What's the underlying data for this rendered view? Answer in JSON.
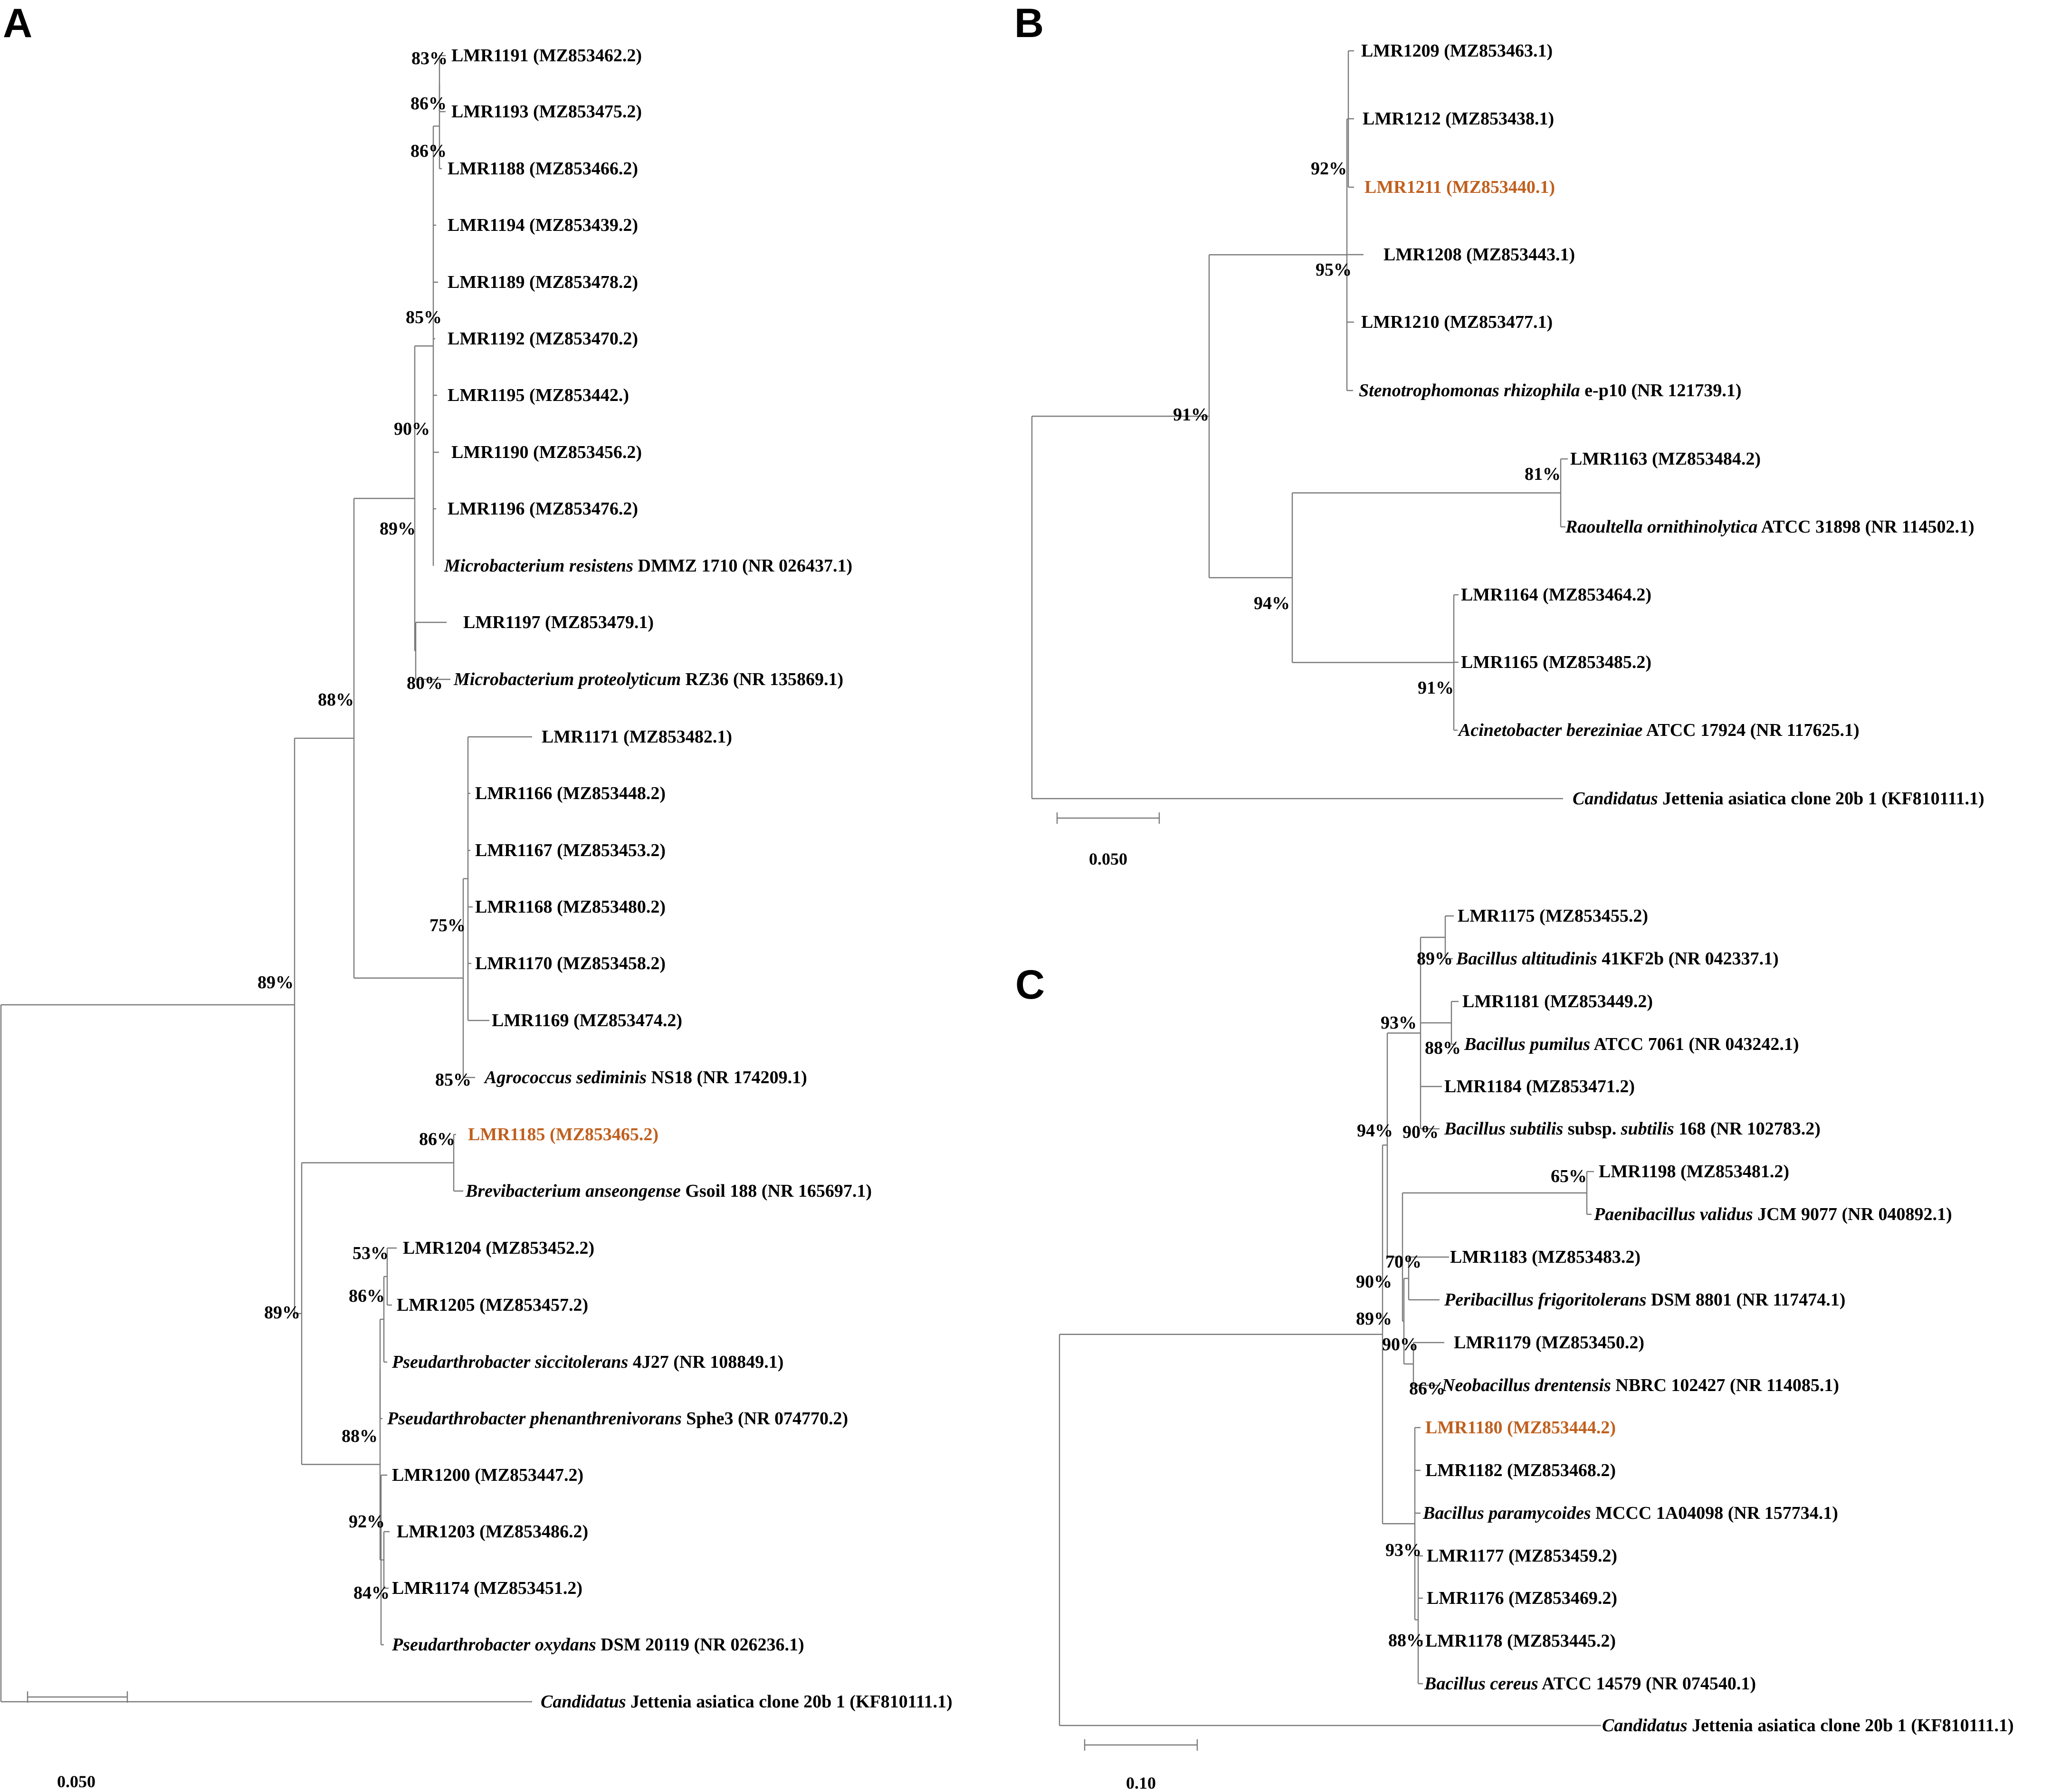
{
  "colors": {
    "highlight": "#c0601e",
    "text": "#000000",
    "branch": "#7a7a7a"
  },
  "panels": {
    "A": {
      "label": "A",
      "scale_label": "0.050",
      "tips": [
        [
          {
            "t": "LMR1191 (MZ853462.2)"
          }
        ],
        [
          {
            "t": "LMR1193 (MZ853475.2)"
          }
        ],
        [
          {
            "t": "LMR1188 (MZ853466.2)"
          }
        ],
        [
          {
            "t": "LMR1194 (MZ853439.2)"
          }
        ],
        [
          {
            "t": "LMR1189 (MZ853478.2)"
          }
        ],
        [
          {
            "t": "LMR1192 (MZ853470.2)"
          }
        ],
        [
          {
            "t": "LMR1195 (MZ853442.)"
          }
        ],
        [
          {
            "t": "LMR1190 (MZ853456.2)"
          }
        ],
        [
          {
            "t": "LMR1196 (MZ853476.2)"
          }
        ],
        [
          {
            "t": "Microbacterium resistens",
            "i": true
          },
          {
            "t": " DMMZ 1710 (NR 026437.1)"
          }
        ],
        [
          {
            "t": "LMR1197 (MZ853479.1)"
          }
        ],
        [
          {
            "t": "Microbacterium proteolyticum",
            "i": true
          },
          {
            "t": " RZ36 (NR 135869.1)"
          }
        ],
        [
          {
            "t": "LMR1171 (MZ853482.1)"
          }
        ],
        [
          {
            "t": "LMR1166 (MZ853448.2)"
          }
        ],
        [
          {
            "t": "LMR1167 (MZ853453.2)"
          }
        ],
        [
          {
            "t": "LMR1168 (MZ853480.2)"
          }
        ],
        [
          {
            "t": "LMR1170 (MZ853458.2)"
          }
        ],
        [
          {
            "t": "LMR1169 (MZ853474.2)"
          }
        ],
        [
          {
            "t": "Agrococcus sediminis",
            "i": true
          },
          {
            "t": " NS18 (NR 174209.1)"
          }
        ],
        [
          {
            "t": "LMR1185 (MZ853465.2)",
            "h": true
          }
        ],
        [
          {
            "t": "Brevibacterium anseongense",
            "i": true
          },
          {
            "t": " Gsoil 188 (NR 165697.1)"
          }
        ],
        [
          {
            "t": "LMR1204 (MZ853452.2)"
          }
        ],
        [
          {
            "t": "LMR1205 (MZ853457.2)"
          }
        ],
        [
          {
            "t": "Pseudarthrobacter siccitolerans",
            "i": true
          },
          {
            "t": " 4J27 (NR 108849.1)"
          }
        ],
        [
          {
            "t": "Pseudarthrobacter phenanthrenivorans",
            "i": true
          },
          {
            "t": " Sphe3 (NR 074770.2)"
          }
        ],
        [
          {
            "t": "LMR1200 (MZ853447.2)"
          }
        ],
        [
          {
            "t": "LMR1203 (MZ853486.2)"
          }
        ],
        [
          {
            "t": "LMR1174 (MZ853451.2)"
          }
        ],
        [
          {
            "t": "Pseudarthrobacter oxydans",
            "i": true
          },
          {
            "t": " DSM 20119 (NR 026236.1)"
          }
        ],
        [
          {
            "t": "Candidatus",
            "i": true
          },
          {
            "t": " Jettenia asiatica clone 20b 1 (KF810111.1)"
          }
        ]
      ],
      "bootstraps": [
        "83%",
        "86%",
        "86%",
        "85%",
        "90%",
        "89%",
        "80%",
        "88%",
        "75%",
        "85%",
        "89%",
        "86%",
        "53%",
        "86%",
        "89%",
        "88%",
        "92%",
        "84%"
      ]
    },
    "B": {
      "label": "B",
      "scale_label": "0.050",
      "tips": [
        [
          {
            "t": "LMR1209 (MZ853463.1)"
          }
        ],
        [
          {
            "t": "LMR1212 (MZ853438.1)"
          }
        ],
        [
          {
            "t": "LMR1211 (MZ853440.1)",
            "h": true
          }
        ],
        [
          {
            "t": "LMR1208 (MZ853443.1)"
          }
        ],
        [
          {
            "t": "LMR1210 (MZ853477.1)"
          }
        ],
        [
          {
            "t": "Stenotrophomonas rhizophila",
            "i": true
          },
          {
            "t": " e-p10 (NR 121739.1)"
          }
        ],
        [
          {
            "t": "LMR1163 (MZ853484.2)"
          }
        ],
        [
          {
            "t": "Raoultella ornithinolytica",
            "i": true
          },
          {
            "t": " ATCC 31898 (NR 114502.1)"
          }
        ],
        [
          {
            "t": "LMR1164 (MZ853464.2)"
          }
        ],
        [
          {
            "t": "LMR1165 (MZ853485.2)"
          }
        ],
        [
          {
            "t": "Acinetobacter bereziniae",
            "i": true
          },
          {
            "t": " ATCC 17924 (NR 117625.1)"
          }
        ],
        [
          {
            "t": "Candidatus",
            "i": true
          },
          {
            "t": " Jettenia asiatica clone 20b 1 (KF810111.1)"
          }
        ]
      ],
      "bootstraps": [
        "92%",
        "95%",
        "91%",
        "81%",
        "94%",
        "91%"
      ]
    },
    "C": {
      "label": "C",
      "scale_label": "0.10",
      "tips": [
        [
          {
            "t": "LMR1175 (MZ853455.2)"
          }
        ],
        [
          {
            "t": "Bacillus altitudinis",
            "i": true
          },
          {
            "t": " 41KF2b (NR 042337.1)"
          }
        ],
        [
          {
            "t": "LMR1181 (MZ853449.2)"
          }
        ],
        [
          {
            "t": "Bacillus pumilus",
            "i": true
          },
          {
            "t": " ATCC 7061 (NR 043242.1)"
          }
        ],
        [
          {
            "t": "LMR1184 (MZ853471.2)"
          }
        ],
        [
          {
            "t": "Bacillus subtilis",
            "i": true
          },
          {
            "t": " subsp. "
          },
          {
            "t": "subtilis",
            "i": true
          },
          {
            "t": " 168 (NR 102783.2)"
          }
        ],
        [
          {
            "t": "LMR1198 (MZ853481.2)"
          }
        ],
        [
          {
            "t": "Paenibacillus validus",
            "i": true
          },
          {
            "t": " JCM 9077 (NR 040892.1)"
          }
        ],
        [
          {
            "t": "LMR1183 (MZ853483.2)"
          }
        ],
        [
          {
            "t": "Peribacillus frigoritolerans",
            "i": true
          },
          {
            "t": " DSM 8801 (NR 117474.1)"
          }
        ],
        [
          {
            "t": "LMR1179 (MZ853450.2)"
          }
        ],
        [
          {
            "t": "Neobacillus drentensis",
            "i": true
          },
          {
            "t": " NBRC 102427 (NR 114085.1)"
          }
        ],
        [
          {
            "t": "LMR1180 (MZ853444.2)",
            "h": true
          }
        ],
        [
          {
            "t": "LMR1182 (MZ853468.2)"
          }
        ],
        [
          {
            "t": "Bacillus paramycoides",
            "i": true
          },
          {
            "t": " MCCC 1A04098 (NR 157734.1)"
          }
        ],
        [
          {
            "t": "LMR1177 (MZ853459.2)"
          }
        ],
        [
          {
            "t": "LMR1176 (MZ853469.2)"
          }
        ],
        [
          {
            "t": "LMR1178 (MZ853445.2)"
          }
        ],
        [
          {
            "t": "Bacillus cereus",
            "i": true
          },
          {
            "t": " ATCC 14579 (NR 074540.1)"
          }
        ],
        [
          {
            "t": "Candidatus",
            "i": true
          },
          {
            "t": " Jettenia asiatica clone 20b 1 (KF810111.1)"
          }
        ]
      ],
      "bootstraps": [
        "89%",
        "93%",
        "88%",
        "94%",
        "90%",
        "65%",
        "70%",
        "90%",
        "89%",
        "90%",
        "86%",
        "93%",
        "88%"
      ]
    }
  }
}
